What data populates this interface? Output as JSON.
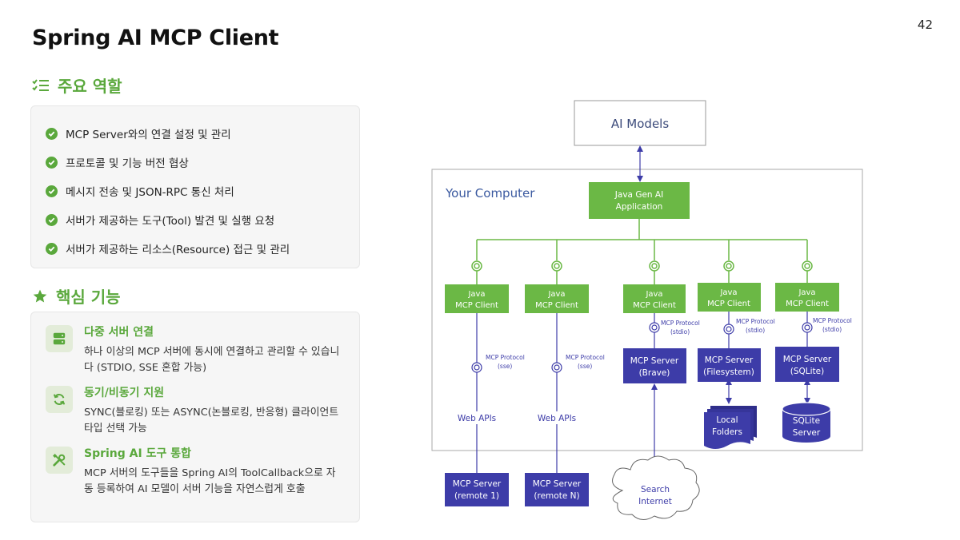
{
  "page_number": "42",
  "title": "Spring AI MCP Client",
  "roles": {
    "heading": "주요 역할",
    "items": [
      "MCP Server와의 연결 설정 및 관리",
      "프로토콜 및 기능 버전 협상",
      "메시지 전송 및 JSON-RPC 통신 처리",
      "서버가 제공하는 도구(Tool) 발견 및 실행 요청",
      "서버가 제공하는 리소스(Resource) 접근 및 관리"
    ]
  },
  "features": {
    "heading": "핵심 기능",
    "items": [
      {
        "title": "다중 서버 연결",
        "desc": "하나 이상의 MCP 서버에 동시에 연결하고 관리할 수 있습니다 (STDIO, SSE 혼합 가능)",
        "icon": "server-icon"
      },
      {
        "title": "동기/비동기 지원",
        "desc": "SYNC(블로킹) 또는 ASYNC(논블로킹, 반응형) 클라이언트 타입 선택 가능",
        "icon": "sync-icon"
      },
      {
        "title": "Spring AI 도구 통합",
        "desc": "MCP 서버의 도구들을 Spring AI의 ToolCallback으로 자동 등록하여 AI 모델이 서버 기능을 자연스럽게 호출",
        "icon": "tools-icon"
      }
    ]
  },
  "diagram": {
    "ai_models": "AI Models",
    "your_computer": "Your Computer",
    "app": [
      "Java Gen AI",
      "Application"
    ],
    "client": [
      "Java",
      "MCP Client"
    ],
    "protocol_sse": [
      "MCP Protocol",
      "(sse)"
    ],
    "protocol_stdio": [
      "MCP Protocol",
      "(stdio)"
    ],
    "web_apis": "Web APIs",
    "remote1": [
      "MCP Server",
      "(remote 1)"
    ],
    "remoteN": [
      "MCP Server",
      "(remote N)"
    ],
    "brave": [
      "MCP Server",
      "(Brave)"
    ],
    "filesystem": [
      "MCP Server",
      "(Filesystem)"
    ],
    "sqlite": [
      "MCP Server",
      "(SQLite)"
    ],
    "local_folders": [
      "Local",
      "Folders"
    ],
    "sqlite_db": [
      "SQLite",
      "Server"
    ],
    "internet": [
      "Search",
      "Internet"
    ]
  },
  "colors": {
    "accent_green": "#5aa83c",
    "diagram_green": "#6bb845",
    "diagram_blue": "#3d3ca8",
    "ai_models_text": "#3b4a7a"
  }
}
